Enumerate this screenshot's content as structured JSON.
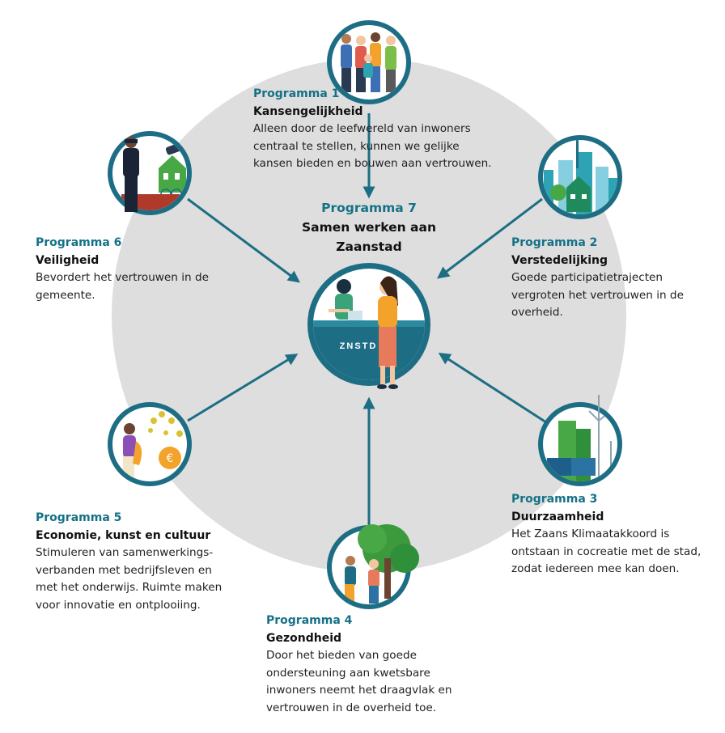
{
  "colors": {
    "accent": "#157186",
    "ring": "#dedede",
    "circle_fill": "#1d6e84",
    "text": "#1f1f1f"
  },
  "center": {
    "label": "Programma 7",
    "name": "Samen werken aan\nZaanstad",
    "logo_text": "ZNSTD",
    "icon": "two-women-at-desk-illustration"
  },
  "programs": [
    {
      "label": "Programma 1",
      "name": "Kansengelijkheid",
      "description": "Alleen door de leefwereld van inwoners\ncentraal te stellen, kunnen we gelijke\nkansen bieden en bouwen aan vertrouwen.",
      "icon": "family-group-illustration"
    },
    {
      "label": "Programma 2",
      "name": "Verstedelijking",
      "description": "Goede participatietrajecten\nvergroten het vertrouwen in de\noverheid.",
      "icon": "city-construction-illustration"
    },
    {
      "label": "Programma 3",
      "name": "Duurzaamheid",
      "description": "Het Zaans Klimaatakkoord is\nontstaan in cocreatie met de stad,\nzodat iedereen mee kan doen.",
      "icon": "solar-wind-energy-illustration"
    },
    {
      "label": "Programma 4",
      "name": "Gezondheid",
      "description": "Door het bieden van goede\nondersteuning aan kwetsbare\ninwoners neemt het draagvlak en\nvertrouwen in de overheid toe.",
      "icon": "people-under-tree-illustration"
    },
    {
      "label": "Programma 5",
      "name": "Economie, kunst en cultuur",
      "description": "Stimuleren van samenwerkings-\nverbanden met bedrijfsleven en\nmet het onderwijs. Ruimte maken\nvoor innovatie en ontplooiing.",
      "icon": "saxophone-player-coins-illustration"
    },
    {
      "label": "Programma 6",
      "name": "Veiligheid",
      "description": "Bevordert het vertrouwen in de\ngemeente.",
      "icon": "police-officer-camera-illustration"
    }
  ]
}
